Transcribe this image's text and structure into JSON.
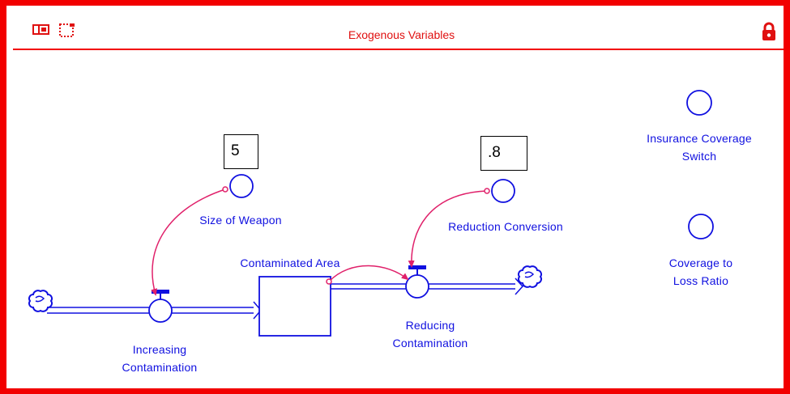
{
  "window": {
    "title": "Exogenous Variables",
    "icons": [
      "overlap-windows-icon",
      "dotted-frame-icon",
      "lock-icon"
    ]
  },
  "colors": {
    "frame": "#f20000",
    "model": "#1010e0",
    "connector": "#e0206a",
    "title": "#e01010"
  },
  "stocks": [
    {
      "label": "Contaminated Area"
    }
  ],
  "flows": [
    {
      "label_line1": "Increasing",
      "label_line2": "Contamination"
    },
    {
      "label_line1": "Reducing",
      "label_line2": "Contamination"
    }
  ],
  "converters": [
    {
      "label": "Size of Weapon",
      "value": "5"
    },
    {
      "label": "Reduction Conversion",
      "value": ".8"
    },
    {
      "label_line1": "Insurance Coverage",
      "label_line2": "Switch"
    },
    {
      "label_line1": "Coverage to",
      "label_line2": "Loss Ratio"
    }
  ]
}
